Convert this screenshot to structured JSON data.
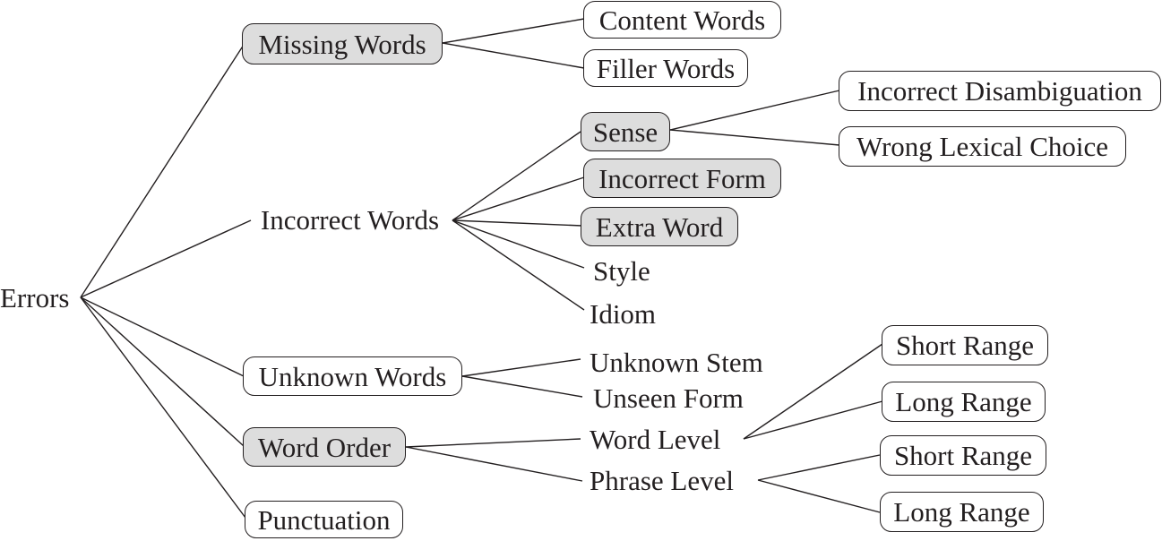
{
  "nodes": {
    "errors": "Errors",
    "missing_words": "Missing Words",
    "content_words": "Content Words",
    "filler_words": "Filler Words",
    "incorrect_words": "Incorrect Words",
    "sense": "Sense",
    "incorrect_disambiguation": "Incorrect Disambiguation",
    "wrong_lexical_choice": "Wrong Lexical Choice",
    "incorrect_form": "Incorrect Form",
    "extra_word": "Extra Word",
    "style": "Style",
    "idiom": "Idiom",
    "unknown_words": "Unknown Words",
    "unknown_stem": "Unknown Stem",
    "unseen_form": "Unseen Form",
    "word_order": "Word Order",
    "word_level": "Word Level",
    "word_short_range": "Short Range",
    "word_long_range": "Long Range",
    "phrase_level": "Phrase Level",
    "phrase_short_range": "Short Range",
    "phrase_long_range": "Long Range",
    "punctuation": "Punctuation"
  },
  "colors": {
    "line": "#231f20",
    "highlight_fill": "#dddddd"
  }
}
